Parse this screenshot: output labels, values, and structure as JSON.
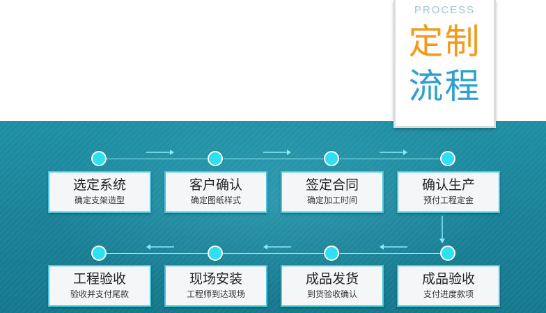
{
  "title": {
    "process_label": "PROCESS",
    "line1": "定制",
    "line2": "流程"
  },
  "colors": {
    "band": "#1a8297",
    "accent_orange": "#f39a1e",
    "accent_blue": "#2f9fd0",
    "dot": "#2fe0f0",
    "step_border": "#4bc6df"
  },
  "steps_row1": [
    {
      "title": "选定系统",
      "sub": "确定支架造型"
    },
    {
      "title": "客户确认",
      "sub": "确定图纸样式"
    },
    {
      "title": "签定合同",
      "sub": "确定加工时间"
    },
    {
      "title": "确认生产",
      "sub": "预付工程定金"
    }
  ],
  "steps_row2": [
    {
      "title": "工程验收",
      "sub": "验收并支付尾款"
    },
    {
      "title": "现场安装",
      "sub": "工程师到达现场"
    },
    {
      "title": "成品发货",
      "sub": "到货验收确认"
    },
    {
      "title": "成品验收",
      "sub": "支付进度款项"
    }
  ]
}
